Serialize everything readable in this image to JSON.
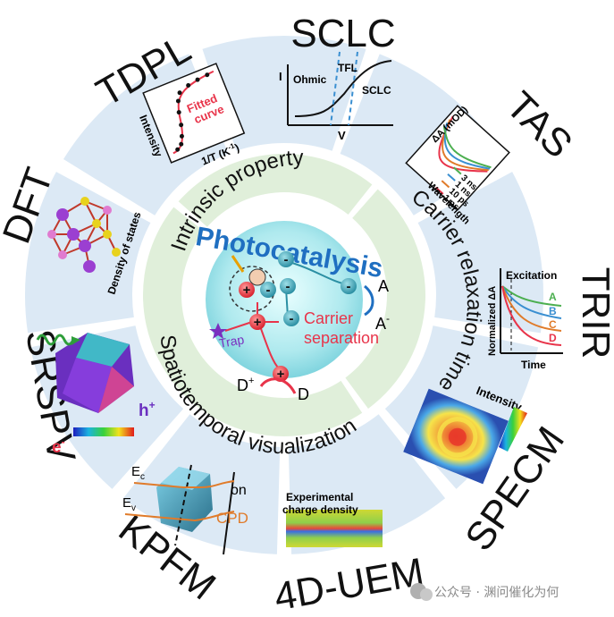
{
  "center": {
    "title": "Photocatalysis",
    "carrier_separation": [
      "Carrier",
      "separation"
    ],
    "trap": "Trap",
    "acceptor": "A",
    "acceptor_minus": "A",
    "donor": "D",
    "donor_plus": "D"
  },
  "inner_ring": {
    "intrinsic": "Intrinsic property",
    "relaxation": "Carrier relaxation time",
    "spatiotemporal": "Spatiotemporal visualization"
  },
  "techniques": {
    "sclc": "SCLC",
    "tas": "TAS",
    "trir": "TRIR",
    "specm": "SPECM",
    "uem": "4D-UEM",
    "kpfm": "KPFM",
    "srspv": "SRSPV",
    "dft": "DFT",
    "tdpl": "TDPL"
  },
  "panels": {
    "sclc": {
      "y_axis": "I",
      "x_axis": "V",
      "ohmic": "Ohmic",
      "tfl": "TFL",
      "sclc": "SCLC"
    },
    "tas": {
      "y_axis": "ΔA (mOD)",
      "x_axis": "Wavelength",
      "legend": [
        "3 ns",
        "1 ns",
        "10 ps",
        "1 ps"
      ]
    },
    "trir": {
      "title": "Excitation",
      "y_axis": "Normalized ΔA",
      "x_axis": "Time",
      "labels": [
        "A",
        "B",
        "C",
        "D"
      ]
    },
    "specm": {
      "label": "Intensity"
    },
    "uem": {
      "label": [
        "Experimental",
        "charge density"
      ]
    },
    "kpfm": {
      "ec": "E",
      "ec_sub": "c",
      "ev": "E",
      "ev_sub": "v",
      "on": "on",
      "cpd": "CPD"
    },
    "srspv": {
      "h": "h",
      "e": "e"
    },
    "dft": {
      "label": "Density of states"
    },
    "tdpl": {
      "y_axis": "Intensity",
      "x_axis": "1/T (K",
      "x_axis_sup": "-1",
      "x_axis_end": ")",
      "fit": [
        "Fitted",
        "curve"
      ]
    }
  },
  "watermark": "公众号 · 渊问催化为何",
  "colors": {
    "sector_fill": "#dce9f5",
    "inner_ring": "#e0efda",
    "title_blue": "#1f6fc1",
    "red": "#e8344a",
    "teal": "#3fa9b8"
  }
}
